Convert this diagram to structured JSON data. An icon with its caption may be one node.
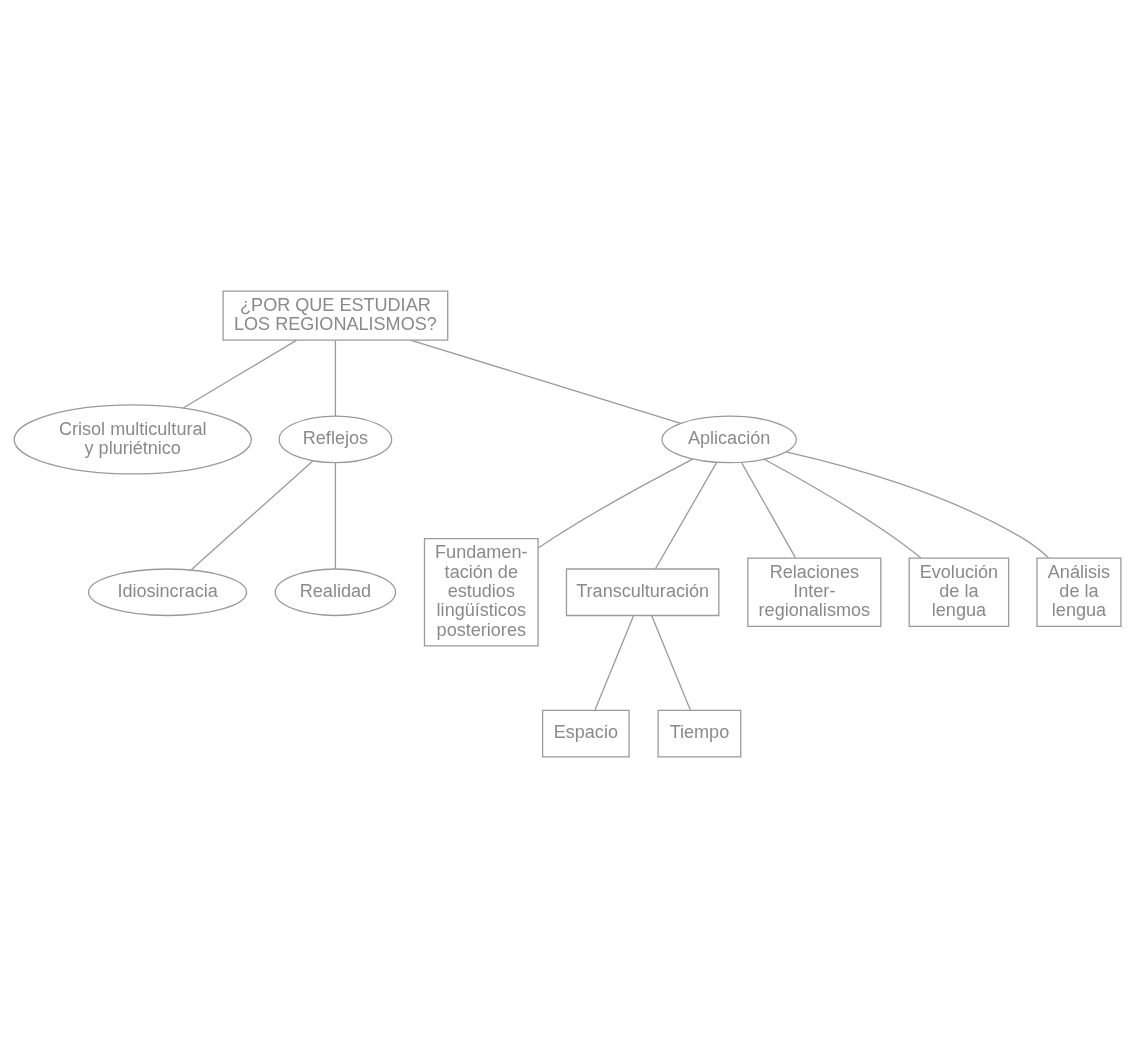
{
  "diagram": {
    "nodes": [
      {
        "text": [
          "¿POR QUE ESTUDIAR LOS REGIONALISMOS?"
        ]
      },
      {
        "text": [
          "Crisol multicultural y pluriétnico"
        ]
      },
      {
        "text": [
          "Reflejos"
        ]
      },
      {
        "text": [
          "Idiosincracia"
        ]
      },
      {
        "text": [
          "Realidad"
        ]
      },
      {
        "text": [
          "Aplicación"
        ]
      },
      {
        "text": [
          "Fundamen- tación de estudios lingüísticos posteriores"
        ]
      },
      {
        "text": [
          "Transculturación"
        ]
      },
      {
        "text": [
          "Relaciones Inter- regionalismos"
        ]
      },
      {
        "text": [
          "Evolución de la lengua"
        ]
      },
      {
        "text": [
          "Análisis de la lengua"
        ]
      },
      {
        "text": [
          "Espacio"
        ]
      },
      {
        "text": [
          "Tiempo"
        ]
      }
    ],
    "edges": [
      {
        "from": 0,
        "to": 1,
        "arrow": "none"
      },
      {
        "from": 0,
        "to": 5,
        "arrow": "none"
      },
      {
        "from": 0,
        "to": 2,
        "arrow": "none"
      },
      {
        "from": 2,
        "to": 3,
        "arrow": "none"
      },
      {
        "from": 2,
        "to": 4,
        "arrow": "none"
      },
      {
        "from": 5,
        "to": 6,
        "arrow": "none"
      },
      {
        "from": 5,
        "to": 7,
        "arrow": "none"
      },
      {
        "from": 5,
        "to": 8,
        "arrow": "none"
      },
      {
        "from": 5,
        "to": 9,
        "arrow": "none"
      },
      {
        "from": 5,
        "to": 10,
        "arrow": "none"
      },
      {
        "from": 7,
        "to": 11,
        "arrow": "none"
      },
      {
        "from": 7,
        "to": 12,
        "arrow": "none"
      }
    ]
  }
}
